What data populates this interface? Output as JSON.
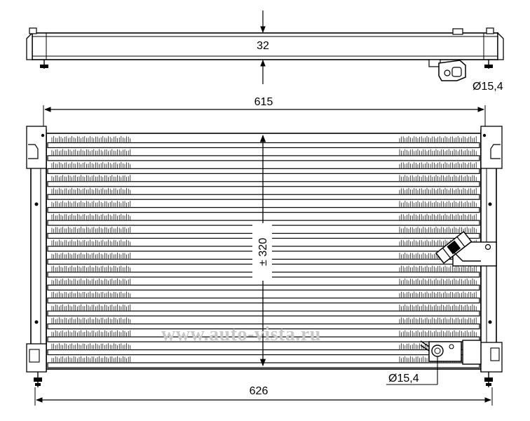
{
  "drawing": {
    "dimensions": {
      "top_height": "32",
      "core_width": "615",
      "core_height": "± 320",
      "overall_width": "626",
      "top_pipe_diameter": "Ø15,4",
      "bottom_pipe_diameter": "Ø15,4"
    },
    "watermark": "www.auto-vista.ru",
    "core": {
      "tube_count": 18
    }
  }
}
